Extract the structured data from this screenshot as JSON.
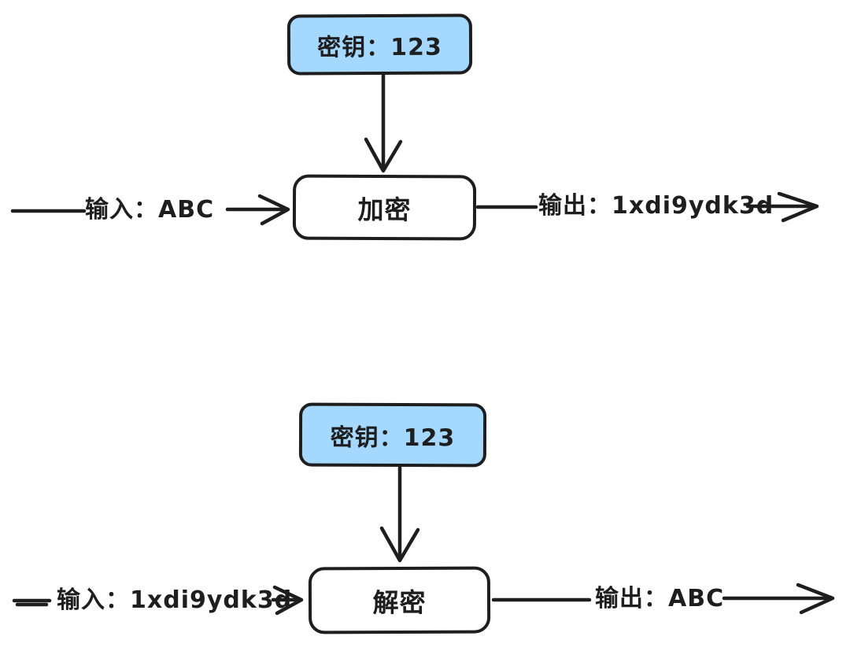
{
  "colors": {
    "stroke": "#1e1e1e",
    "keyFill": "#a5d8ff",
    "boxFill": "#ffffff",
    "background": "#ffffff"
  },
  "encryption": {
    "key_label": "密钥：123",
    "process_label": "加密",
    "input_label": "输入：ABC",
    "output_label": "输出：1xdi9ydk3d"
  },
  "decryption": {
    "key_label": "密钥：123",
    "process_label": "解密",
    "input_label": "输入：1xdi9ydk3d",
    "output_label": "输出：ABC"
  }
}
